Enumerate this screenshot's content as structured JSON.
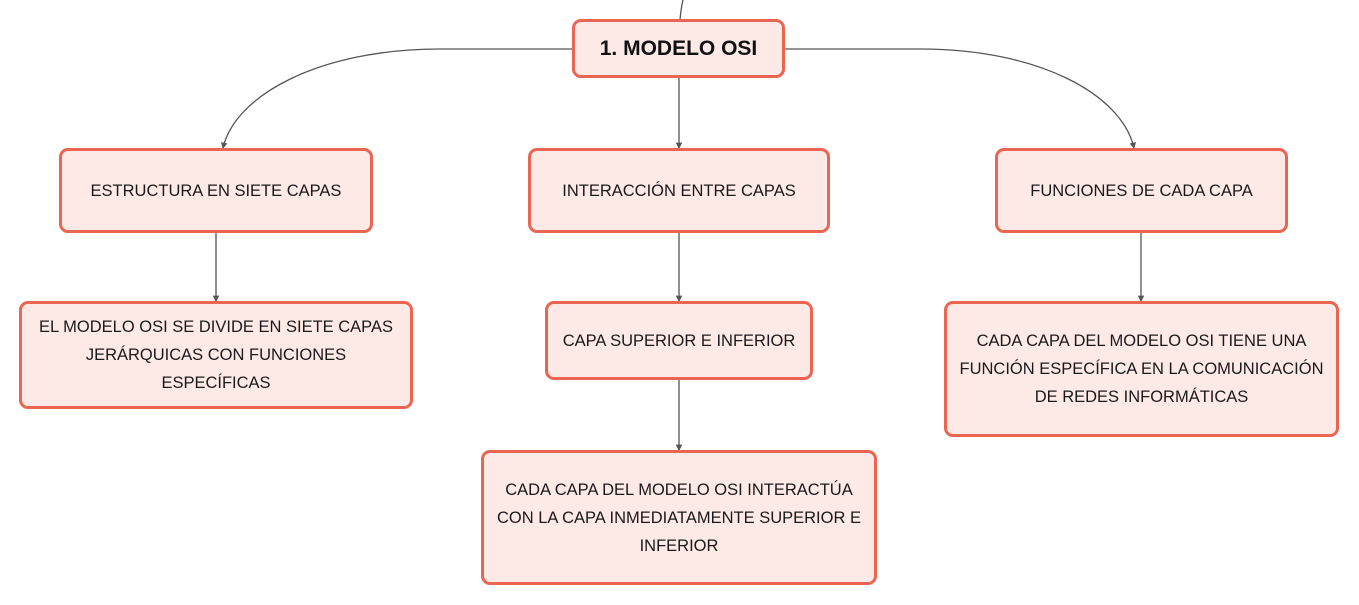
{
  "colors": {
    "node_fill": "#fde9e5",
    "node_border": "#ea6552",
    "connector": "#555555"
  },
  "root": {
    "label": "1. MODELO OSI"
  },
  "branches": [
    {
      "title": "ESTRUCTURA EN SIETE CAPAS",
      "children": [
        {
          "lines": [
            "EL MODELO OSI SE DIVIDE EN SIETE CAPAS",
            "JERÁRQUICAS CON FUNCIONES ESPECÍFICAS"
          ]
        }
      ]
    },
    {
      "title": "INTERACCIÓN ENTRE CAPAS",
      "children": [
        {
          "lines": [
            "CAPA SUPERIOR E INFERIOR"
          ]
        },
        {
          "lines": [
            "CADA CAPA DEL MODELO OSI INTERACTÚA",
            "CON LA CAPA INMEDIATAMENTE SUPERIOR E",
            "INFERIOR"
          ]
        }
      ]
    },
    {
      "title": "FUNCIONES DE CADA CAPA",
      "children": [
        {
          "lines": [
            "CADA CAPA DEL MODELO OSI TIENE UNA",
            "FUNCIÓN ESPECÍFICA EN LA COMUNICACIÓN",
            "DE REDES INFORMÁTICAS"
          ]
        }
      ]
    }
  ]
}
